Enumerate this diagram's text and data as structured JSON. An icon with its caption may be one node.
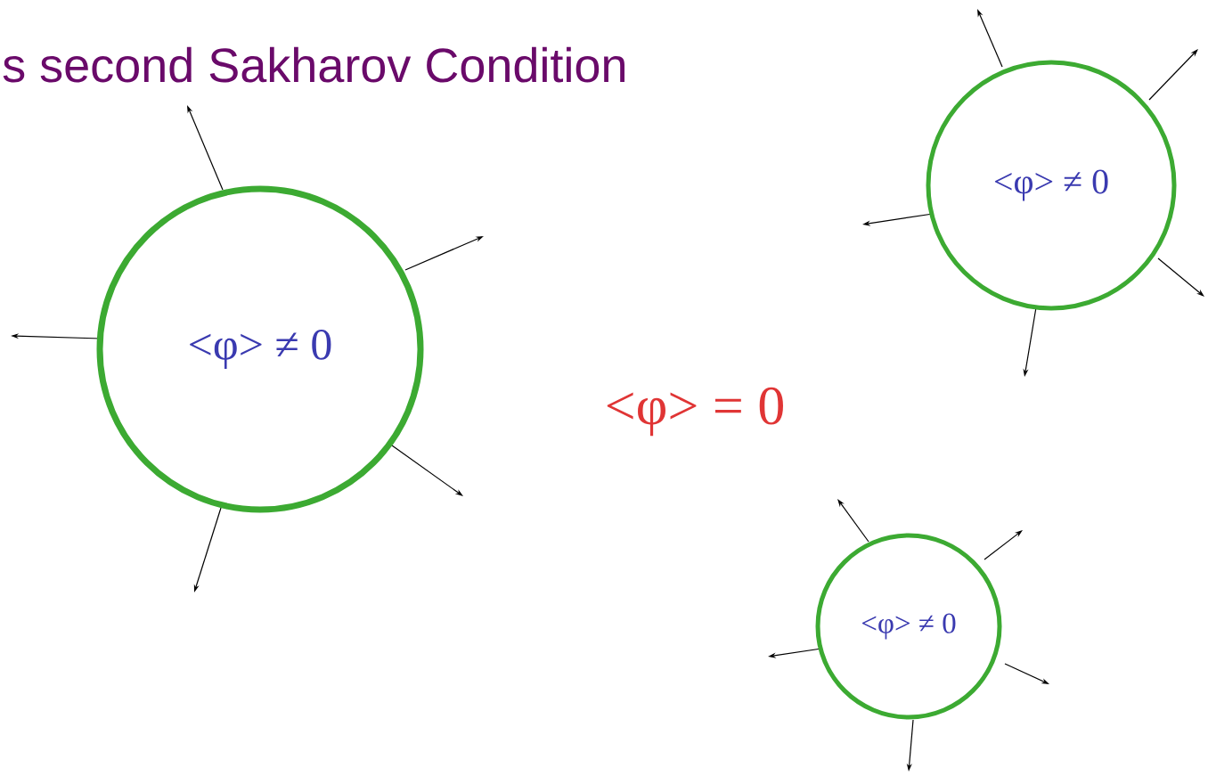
{
  "diagram": {
    "title": "s second Sakharov Condition",
    "nodes": [
      {
        "text": [
          "<φ> ≠ 0"
        ]
      },
      {
        "text": [
          "<φ> ≠ 0"
        ]
      },
      {
        "text": [
          "<φ> ≠ 0"
        ]
      }
    ],
    "labels": [
      "<φ> = 0"
    ]
  }
}
